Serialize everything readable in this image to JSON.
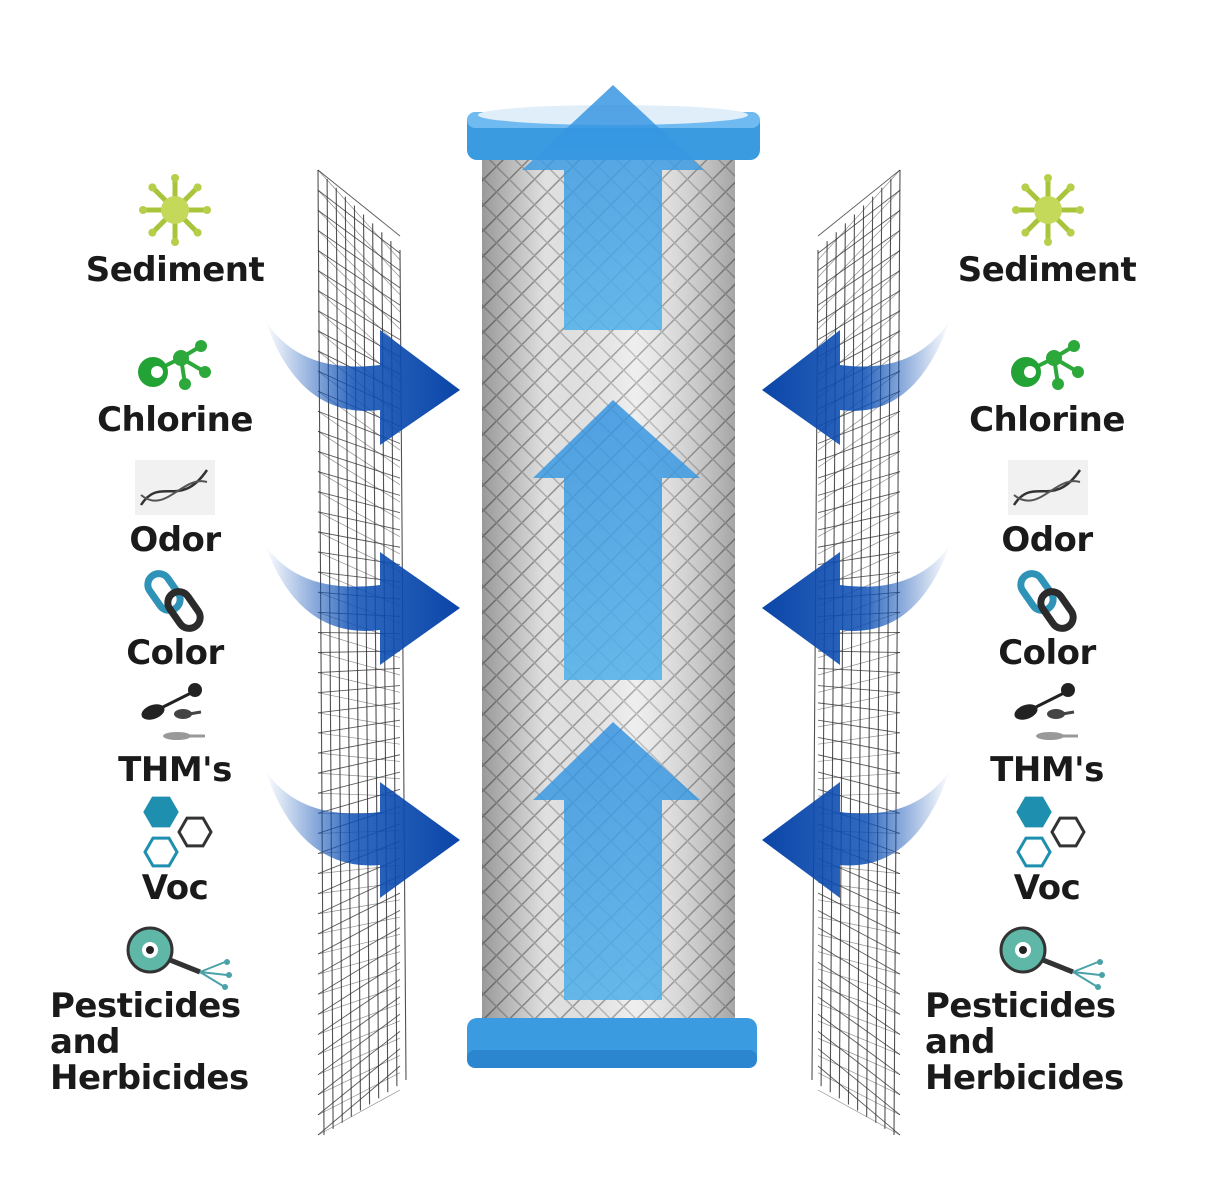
{
  "labels_left": [
    "Sediment",
    "Chlorine",
    "Odor",
    "Color",
    "THM's",
    "Voc",
    "Pesticides and Herbicides"
  ],
  "labels_right": [
    "Sediment",
    "Chlorine",
    "Odor",
    "Color",
    "THM's",
    "Voc",
    "Pesticides and Herbicides"
  ],
  "icons": [
    "sediment-icon",
    "chlorine-molecule-icon",
    "dna-strand-icon",
    "chain-link-icon",
    "thm-molecules-icon",
    "hexagon-cluster-icon",
    "cell-icon"
  ],
  "colors": {
    "cartridge_cap": "#3a9be0",
    "arrow_in": "#0d4fb4",
    "arrow_up": "#57b6ec",
    "mesh": "#333333"
  }
}
